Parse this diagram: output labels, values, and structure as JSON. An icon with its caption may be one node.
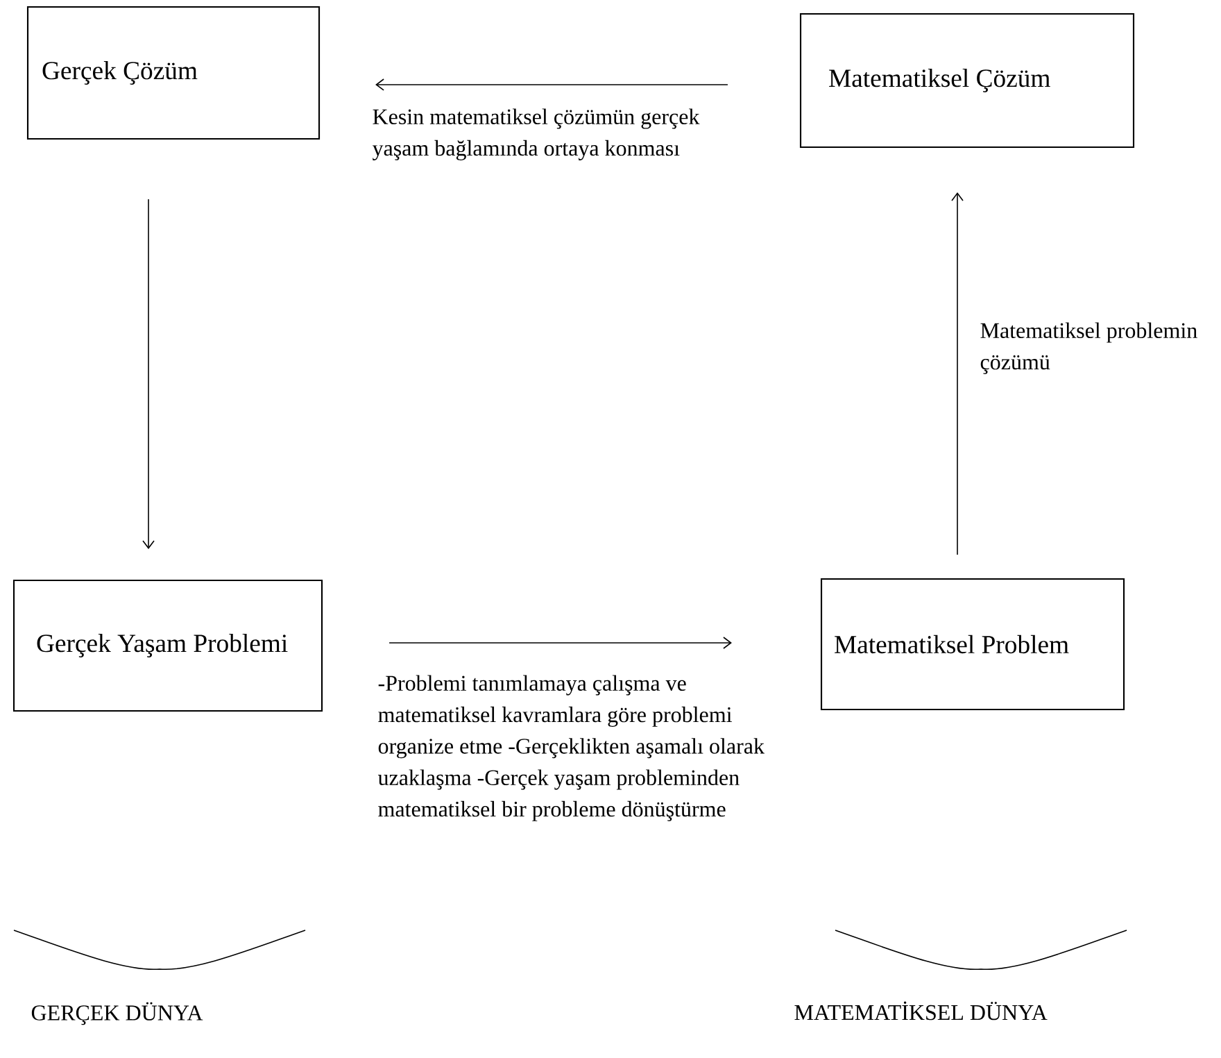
{
  "diagram": {
    "nodes": [
      {
        "text": [
          "Gerçek Çözüm"
        ]
      },
      {
        "text": [
          "Matematiksel Çözüm"
        ]
      },
      {
        "text": [
          "Gerçek Yaşam Problemi"
        ]
      },
      {
        "text": [
          "Matematiksel Problem"
        ]
      }
    ],
    "edges": [
      {
        "from": 1,
        "to": 0,
        "arrow": "to",
        "label": "Kesin matematiksel çözümün gerçek yaşam bağlamında ortaya konması"
      },
      {
        "from": 0,
        "to": 2,
        "arrow": "to"
      },
      {
        "from": 2,
        "to": 3,
        "arrow": "to",
        "label": "-Problemi tanımlamaya çalışma ve matematiksel kavramlara göre problemi organize etme -Gerçeklikten aşamalı olarak uzaklaşma -Gerçek yaşam probleminden matematiksel bir probleme dönüştürme"
      },
      {
        "from": 3,
        "to": 1,
        "arrow": "to",
        "label": "Matematiksel problemin çözümü"
      }
    ],
    "labels": [
      "GERÇEK DÜNYA",
      "MATEMATİKSEL DÜNYA"
    ]
  }
}
